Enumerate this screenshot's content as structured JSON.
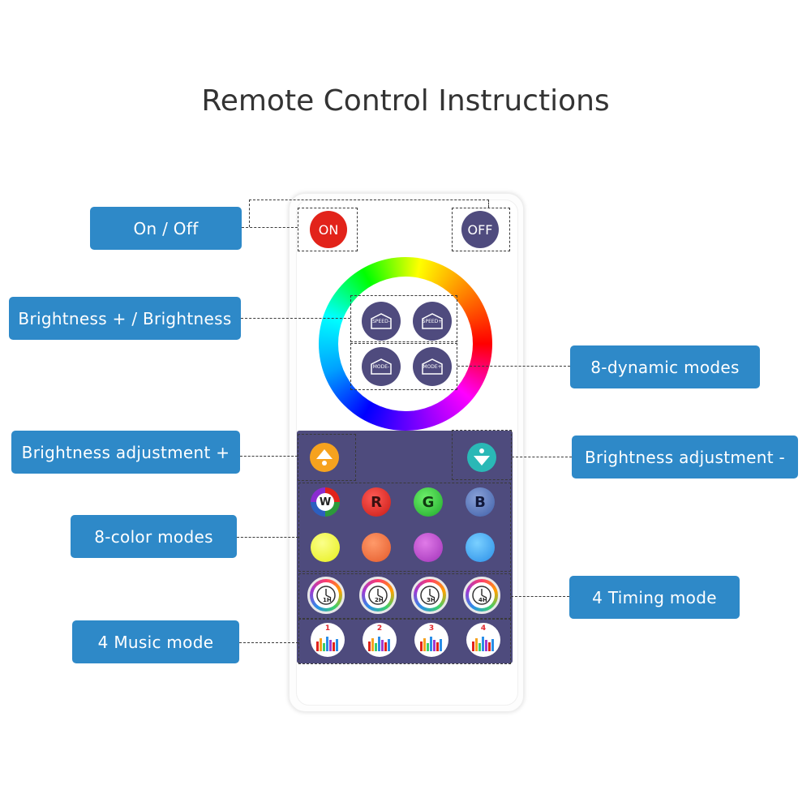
{
  "title": "Remote Control Instructions",
  "labels": {
    "on_off": "On / Off",
    "brightness": "Brightness + / Brightness",
    "dynamic": "8-dynamic modes",
    "bright_plus": "Brightness adjustment +",
    "bright_minus": "Brightness adjustment -",
    "color_modes": "8-color modes",
    "timing": "4 Timing mode",
    "music": "4 Music mode"
  },
  "remote": {
    "on": "ON",
    "off": "OFF",
    "speed_minus": "SPEED-",
    "speed_plus": "SPEED+",
    "mode_minus": "MODE-",
    "mode_plus": "MODE+",
    "colors": [
      "W",
      "R",
      "G",
      "B"
    ],
    "timers": [
      "1H",
      "2H",
      "3H",
      "4H"
    ],
    "music": [
      "1",
      "2",
      "3",
      "4"
    ]
  },
  "colors": {
    "label_bg": "#2e89c8",
    "panel_bg": "#4e4b7d",
    "on_red": "#e2231a",
    "off_purple": "#4f4b7e"
  }
}
